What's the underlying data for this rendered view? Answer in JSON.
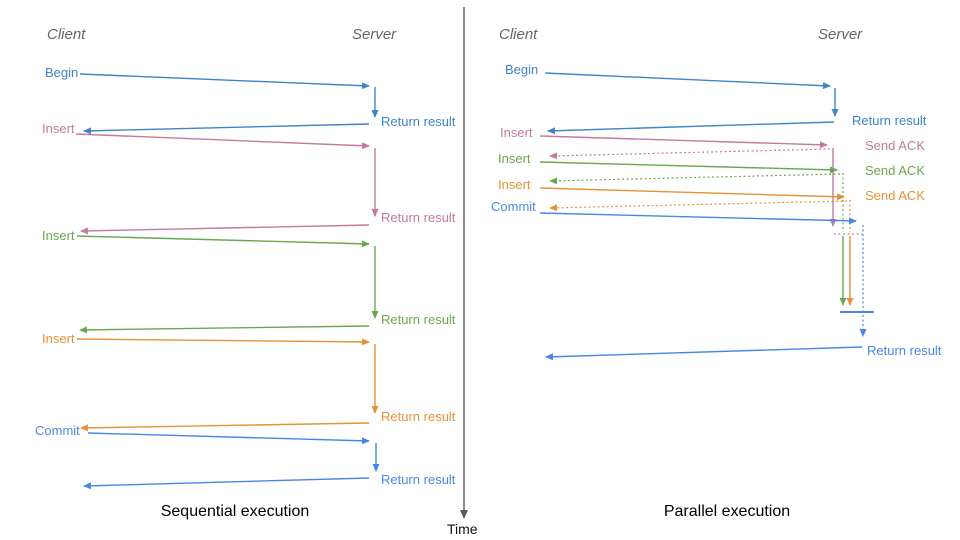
{
  "colors": {
    "begin_blue": "#3d85c6",
    "commit_blue": "#4a86e8",
    "insert_pink": "#c27ba0",
    "insert_green": "#6aa84f",
    "insert_orange": "#e69138",
    "time_axis_gray": "#595959",
    "header_gray": "#666666"
  },
  "time_axis_label": "Time",
  "left": {
    "title": "Sequential execution",
    "client_header": "Client",
    "server_header": "Server",
    "messages": [
      {
        "label": "Begin",
        "return_label": "Return result",
        "color": "begin_blue"
      },
      {
        "label": "Insert",
        "return_label": "Return result",
        "color": "insert_pink"
      },
      {
        "label": "Insert",
        "return_label": "Return result",
        "color": "insert_green"
      },
      {
        "label": "Insert",
        "return_label": "Return result",
        "color": "insert_orange"
      },
      {
        "label": "Commit",
        "return_label": "Return result",
        "color": "commit_blue"
      }
    ]
  },
  "right": {
    "title": "Parallel execution",
    "client_header": "Client",
    "server_header": "Server",
    "messages": [
      {
        "label": "Begin",
        "return_label": "Return result",
        "color": "begin_blue"
      },
      {
        "label": "Insert",
        "return_label": "Send ACK",
        "color": "insert_pink"
      },
      {
        "label": "Insert",
        "return_label": "Send ACK",
        "color": "insert_green"
      },
      {
        "label": "Insert",
        "return_label": "Send ACK",
        "color": "insert_orange"
      },
      {
        "label": "Commit",
        "return_label": "Return result",
        "color": "commit_blue"
      }
    ]
  }
}
